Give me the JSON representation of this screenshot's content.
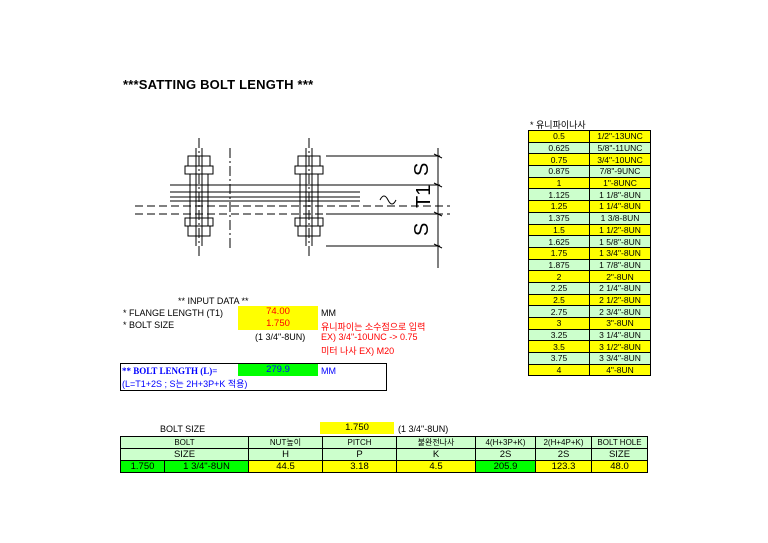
{
  "title": "***SATTING BOLT LENGTH ***",
  "drawing": {
    "label_s_top": "S",
    "label_t1": "T1",
    "label_s_bottom": "S"
  },
  "unified": {
    "caption": "* 유니파이나사",
    "rows": [
      {
        "value": "0.5",
        "size": "1/2\"-13UNC",
        "highlight": "yellow"
      },
      {
        "value": "0.625",
        "size": "5/8\"-11UNC",
        "highlight": "green"
      },
      {
        "value": "0.75",
        "size": "3/4\"-10UNC",
        "highlight": "yellow"
      },
      {
        "value": "0.875",
        "size": "7/8\"-9UNC",
        "highlight": "green"
      },
      {
        "value": "1",
        "size": "1\"-8UNC",
        "highlight": "yellow"
      },
      {
        "value": "1.125",
        "size": "1 1/8\"-8UN",
        "highlight": "green"
      },
      {
        "value": "1.25",
        "size": "1 1/4\"-8UN",
        "highlight": "yellow"
      },
      {
        "value": "1.375",
        "size": "1 3/8-8UN",
        "highlight": "green"
      },
      {
        "value": "1.5",
        "size": "1 1/2\"-8UN",
        "highlight": "yellow"
      },
      {
        "value": "1.625",
        "size": "1 5/8\"-8UN",
        "highlight": "green"
      },
      {
        "value": "1.75",
        "size": "1 3/4\"-8UN",
        "highlight": "yellow"
      },
      {
        "value": "1.875",
        "size": "1 7/8\"-8UN",
        "highlight": "green"
      },
      {
        "value": "2",
        "size": "2\"-8UN",
        "highlight": "yellow"
      },
      {
        "value": "2.25",
        "size": "2 1/4\"-8UN",
        "highlight": "green"
      },
      {
        "value": "2.5",
        "size": "2 1/2\"-8UN",
        "highlight": "yellow"
      },
      {
        "value": "2.75",
        "size": "2 3/4\"-8UN",
        "highlight": "green"
      },
      {
        "value": "3",
        "size": "3\"-8UN",
        "highlight": "yellow"
      },
      {
        "value": "3.25",
        "size": "3 1/4\"-8UN",
        "highlight": "green"
      },
      {
        "value": "3.5",
        "size": "3 1/2\"-8UN",
        "highlight": "yellow"
      },
      {
        "value": "3.75",
        "size": "3 3/4\"-8UN",
        "highlight": "green"
      },
      {
        "value": "4",
        "size": "4\"-8UN",
        "highlight": "yellow"
      }
    ]
  },
  "input": {
    "heading": "** INPUT DATA **",
    "flange_label": "* FLANGE LENGTH (T1)",
    "flange_value": "74.00",
    "flange_unit": "MM",
    "bolt_label": "* BOLT SIZE",
    "bolt_value": "1.750",
    "bolt_note": "유니파이는 소수점으로 입력",
    "bolt_size_text": "(1 3/4\"-8UN)",
    "example1": "EX) 3/4\"-10UNC -> 0.75",
    "example2": "미터 나사 EX) M20"
  },
  "result": {
    "label": "** BOLT LENGTH (L)=",
    "value": "279.9",
    "unit": "MM",
    "formula": "(L=T1+2S ; S는 2H+3P+K 적용)"
  },
  "bottom": {
    "bolt_size_label": "BOLT SIZE",
    "bolt_size_value": "1.750",
    "bolt_size_text": "(1 3/4\"-8UN)",
    "headers": [
      "BOLT",
      "NUT높이",
      "PITCH",
      "불완전나사",
      "4(H+3P+K)",
      "2(H+4P+K)",
      "BOLT HOLE"
    ],
    "subheaders": [
      "SIZE",
      "H",
      "P",
      "K",
      "2S",
      "2S",
      "SIZE"
    ],
    "values": [
      "1.750",
      "1 3/4\"-8UN",
      "44.5",
      "3.18",
      "4.5",
      "205.9",
      "123.3",
      "48.0"
    ]
  }
}
